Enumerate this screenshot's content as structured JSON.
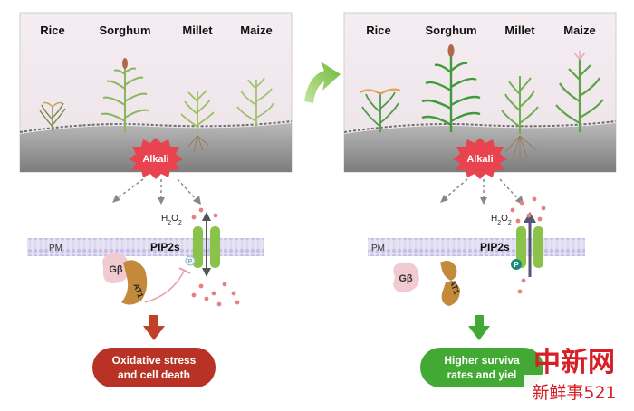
{
  "left_panel": {
    "crops": [
      "Rice",
      "Sorghum",
      "Millet",
      "Maize"
    ],
    "alkali_label": "Alkali",
    "h2o2_label": "H",
    "pm_label": "PM",
    "pip_label": "PIP2s",
    "gbeta_label": "Gβ",
    "at1_label": "AT1",
    "phospho_label": "P",
    "outcome_line1": "Oxidative stress",
    "outcome_line2": "and cell death"
  },
  "right_panel": {
    "crops": [
      "Rice",
      "Sorghum",
      "Millet",
      "Maize"
    ],
    "alkali_label": "Alkali",
    "pm_label": "PM",
    "pip_label": "PIP2s",
    "gbeta_label": "Gβ",
    "at1_label": "AT1",
    "phospho_label": "P",
    "outcome_line1": "Higher surviva",
    "outcome_line2": "rates and yiel"
  },
  "h2o2": {
    "h": "H",
    "sub1": "2",
    "o": "O",
    "sub2": "2"
  },
  "watermark": {
    "cn": "中新网",
    "sub": "新鲜事521"
  },
  "colors": {
    "panel_bg": "#f6eff2",
    "soil": "#8c8c8c",
    "alkali_red": "#e8434f",
    "membrane": "#d8d3ee",
    "channel_green": "#8bc34a",
    "box_red": "#b83226",
    "box_green": "#43a935",
    "arrow_green": "#7bc142",
    "watermark_red": "#d61f26"
  }
}
